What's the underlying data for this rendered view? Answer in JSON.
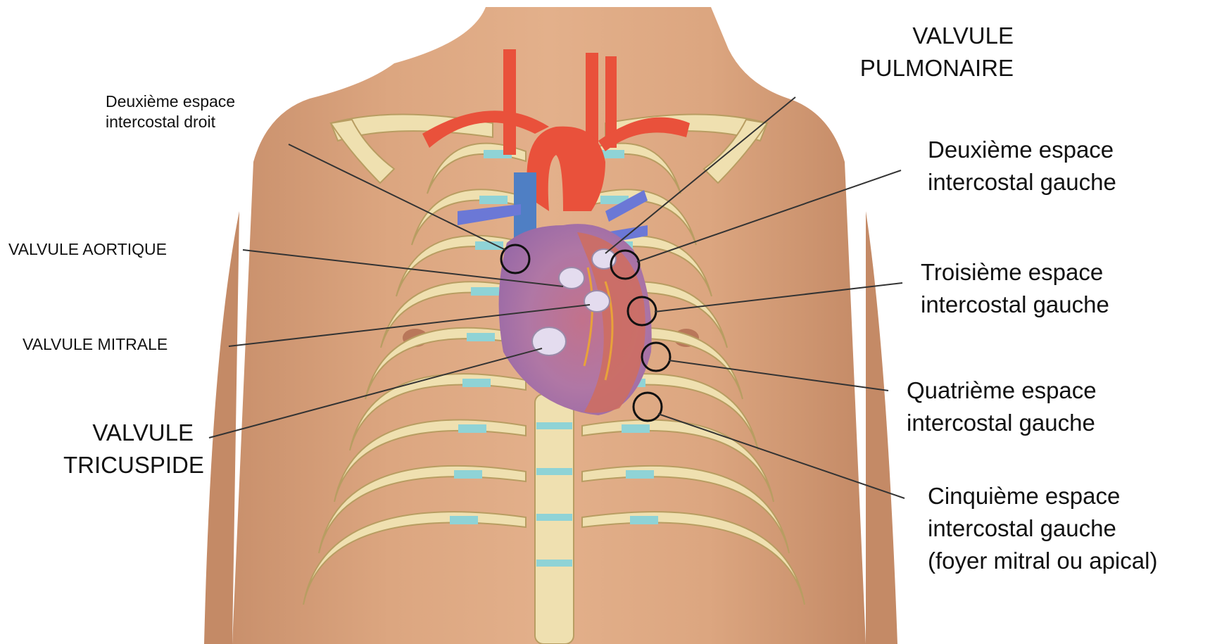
{
  "labels": {
    "deuxieme_droit": [
      "Deuxième espace",
      "intercostal droit"
    ],
    "valvule_aortique": "VALVULE AORTIQUE",
    "valvule_mitrale": "VALVULE MITRALE",
    "valvule_tricuspide": [
      "VALVULE",
      "TRICUSPIDE"
    ],
    "valvule_pulmonaire": [
      "VALVULE",
      "PULMONAIRE"
    ],
    "deuxieme_gauche": [
      "Deuxième espace",
      "intercostal gauche"
    ],
    "troisieme_gauche": [
      "Troisième espace",
      "intercostal gauche"
    ],
    "quatrieme_gauche": [
      "Quatrième espace",
      "intercostal gauche"
    ],
    "cinquieme_gauche": [
      "Cinquième espace",
      "intercostal gauche",
      "(foyer mitral ou apical)"
    ]
  },
  "colors": {
    "skin": "#d9a27c",
    "skin_shadow": "#c78b66",
    "bone": "#efe0b0",
    "bone_edge": "#b89d62",
    "cartilage": "#8fd3d6",
    "heart": "#b97aa6",
    "heart_right": "#cf6d5e",
    "artery": "#e9513b",
    "vein": "#6b78d6",
    "valve": "#e4dcef",
    "leader": "#333333"
  },
  "icons": {
    "torso": "anatomical-torso-illustration",
    "heart": "heart-illustration"
  }
}
